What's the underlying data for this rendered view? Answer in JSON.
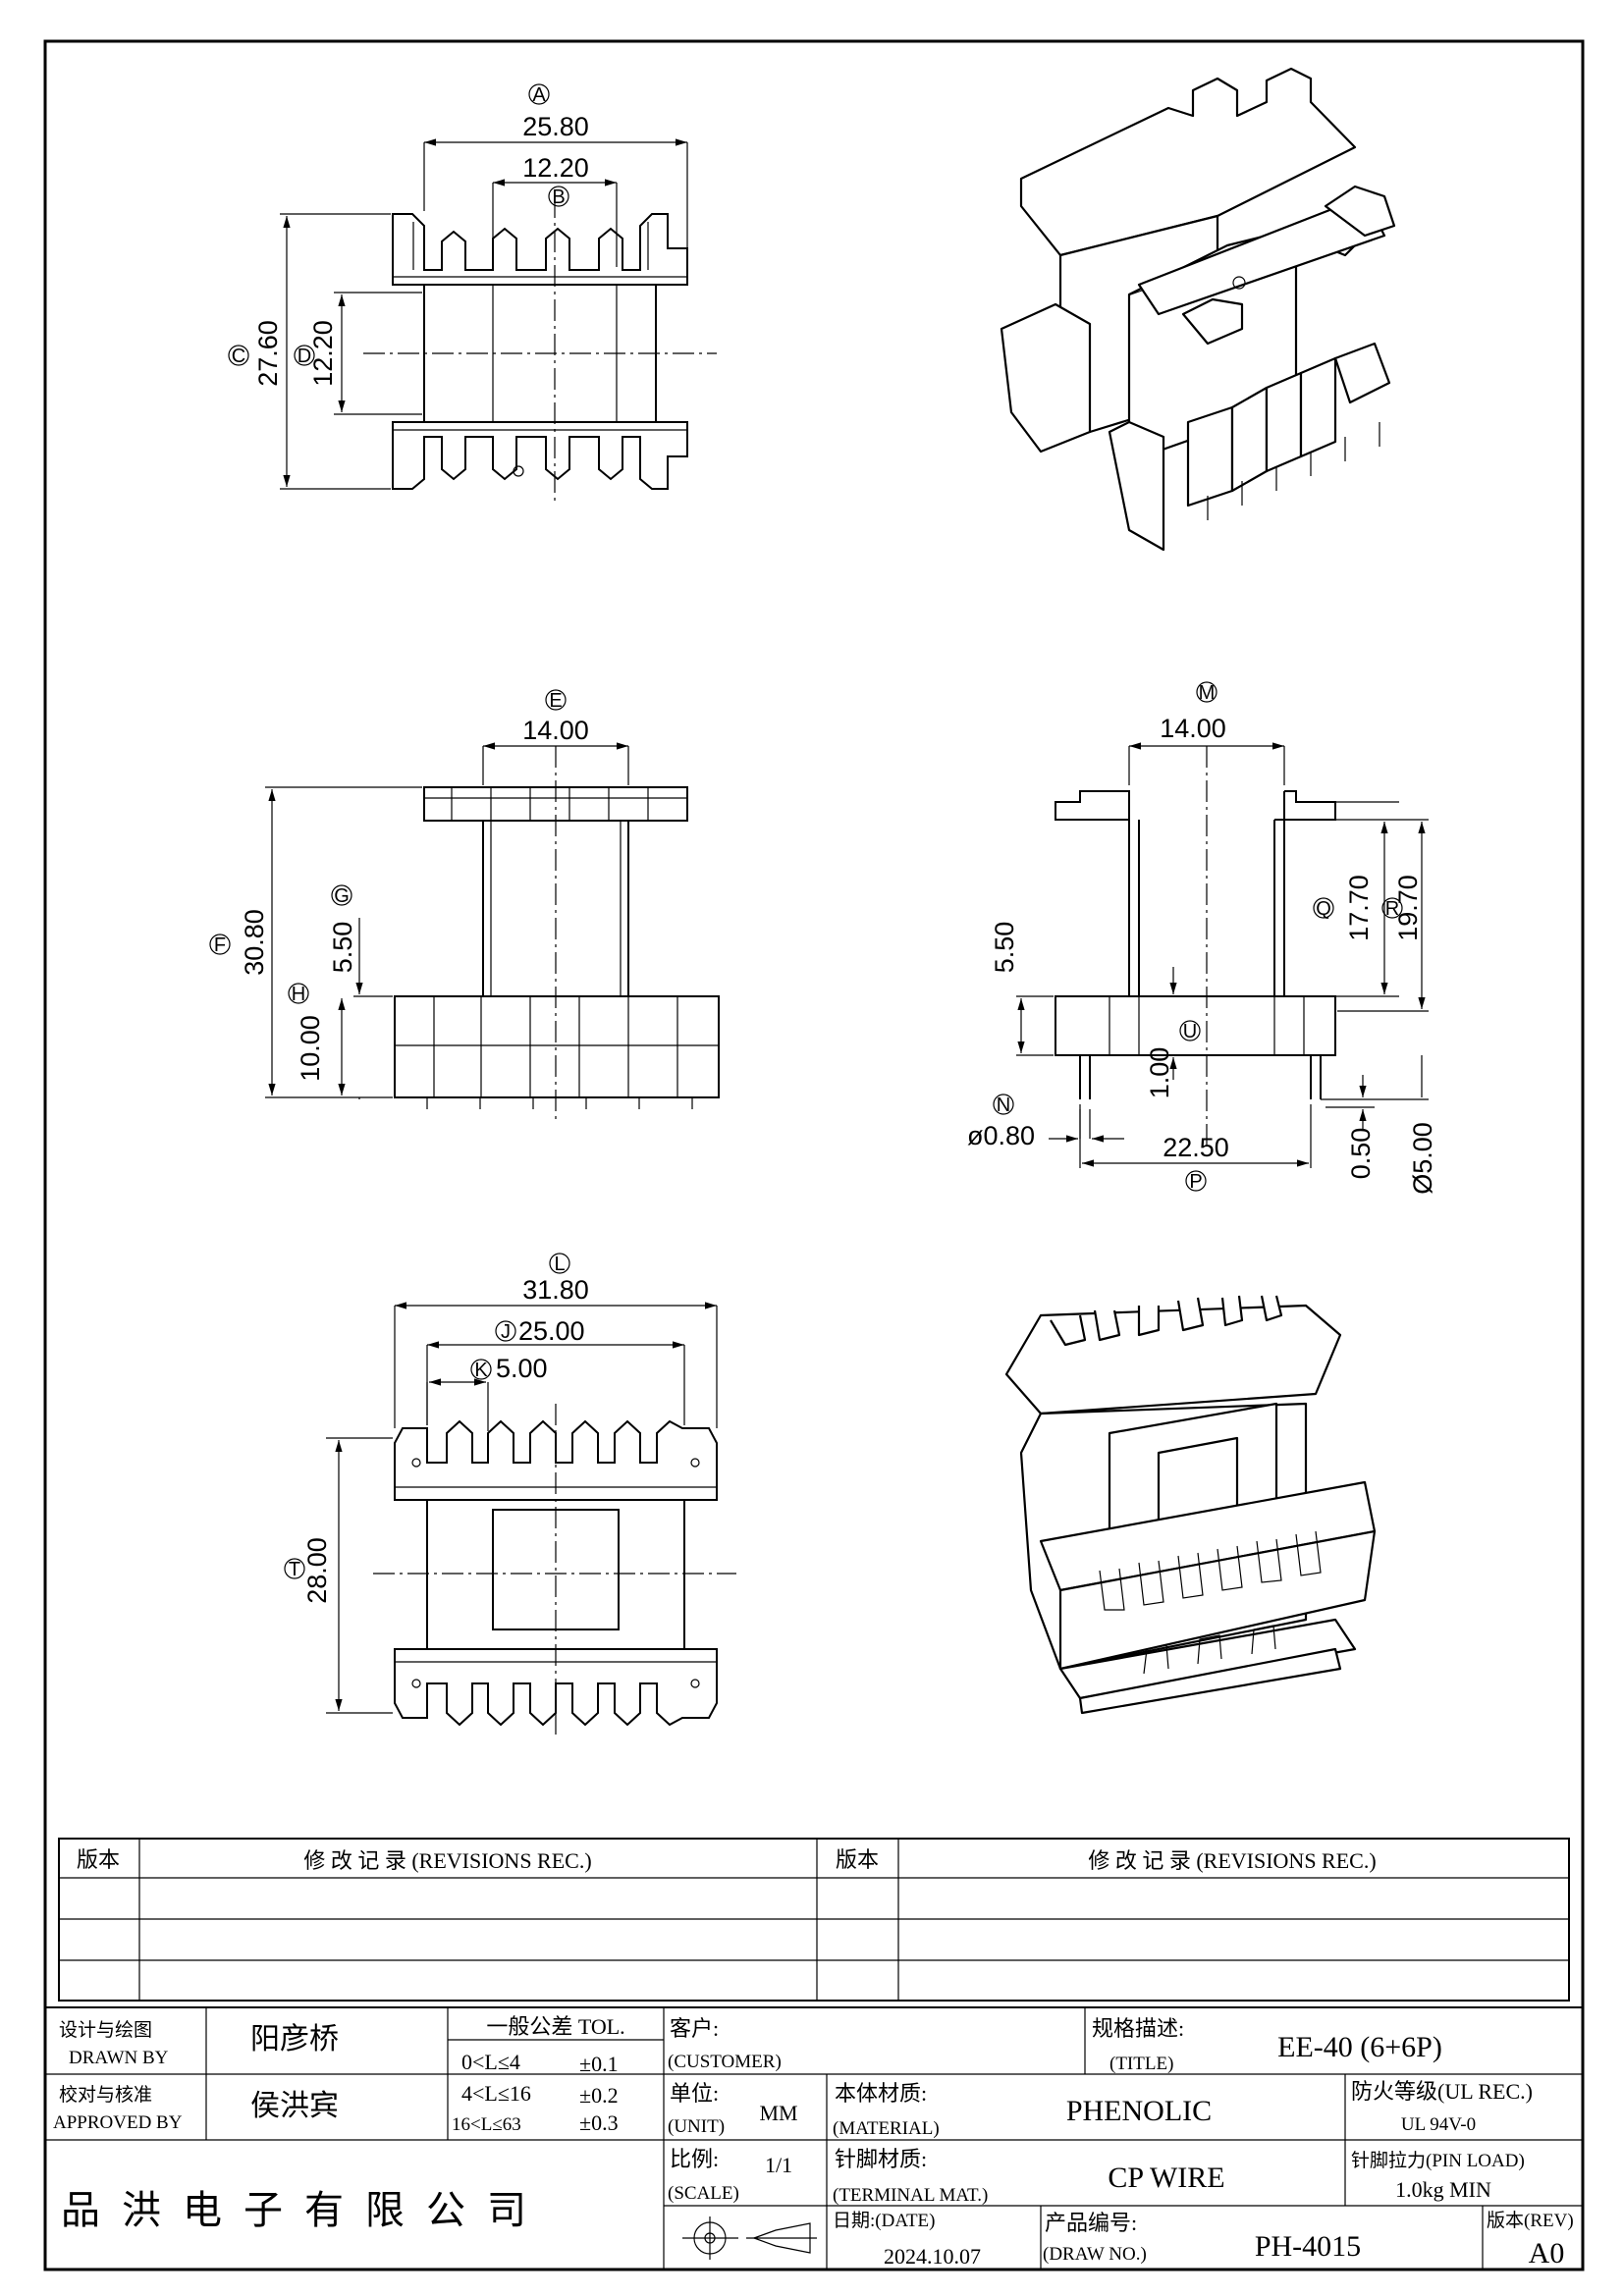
{
  "dimensions": {
    "A": {
      "tag": "A",
      "value": "25.80"
    },
    "B": {
      "tag": "B",
      "value": "12.20"
    },
    "C": {
      "tag": "C",
      "value": "27.60"
    },
    "D": {
      "tag": "D",
      "value": "12.20"
    },
    "E": {
      "tag": "E",
      "value": "14.00"
    },
    "F": {
      "tag": "F",
      "value": "30.80"
    },
    "G": {
      "tag": "G",
      "value": "5.50"
    },
    "H": {
      "tag": "H",
      "value": "10.00"
    },
    "M": {
      "tag": "M",
      "value": "14.00"
    },
    "Q": {
      "tag": "Q",
      "value": "17.70"
    },
    "R": {
      "tag": "R",
      "value": "19.70"
    },
    "S": {
      "value": "5.50"
    },
    "U": {
      "tag": "U",
      "value": "1.00"
    },
    "N": {
      "tag": "N",
      "value": "ø0.80"
    },
    "P": {
      "tag": "P",
      "value": "22.50"
    },
    "V": {
      "value": "0.50"
    },
    "W": {
      "value": "Ø5.00"
    },
    "L": {
      "tag": "L",
      "value": "31.80"
    },
    "J": {
      "tag": "J",
      "value": "25.00"
    },
    "K": {
      "tag": "K",
      "value": "5.00"
    },
    "T": {
      "tag": "T",
      "value": "28.00"
    }
  },
  "revisions": {
    "left_header_rev": "版本",
    "left_header_rec": "修 改 记 录  (REVISIONS REC.)",
    "right_header_rev": "版本",
    "right_header_rec": "修 改 记 录  (REVISIONS REC.)"
  },
  "title_block": {
    "drawn_by_label_cn": "设计与绘图",
    "drawn_by_label_en": "DRAWN  BY",
    "drawn_by_name": "阳彦桥",
    "approved_label_cn": "校对与核准",
    "approved_label_en": "APPROVED BY",
    "approved_name": "侯洪宾",
    "tol_header": "一般公差 TOL.",
    "tol_rows": [
      {
        "range": "0<L≤4",
        "value": "±0.1"
      },
      {
        "range": "4<L≤16",
        "value": "±0.2"
      },
      {
        "range": "16<L≤63",
        "value": "±0.3"
      }
    ],
    "customer_label_cn": "客户:",
    "customer_label_en": "(CUSTOMER)",
    "title_label_cn": "规格描述:",
    "title_label_en": "(TITLE)",
    "title_value": "EE-40 (6+6P)",
    "unit_label_cn": "单位:",
    "unit_label_en": "(UNIT)",
    "unit_value": "MM",
    "material_label_cn": "本体材质:",
    "material_label_en": "(MATERIAL)",
    "material_value": "PHENOLIC",
    "ul_label": "防火等级(UL REC.)",
    "ul_value": "UL 94V-0",
    "scale_label_cn": "比例:",
    "scale_label_en": "(SCALE)",
    "scale_value": "1/1",
    "terminal_label_cn": "针脚材质:",
    "terminal_label_en": "(TERMINAL MAT.)",
    "terminal_value": "CP WIRE",
    "pinload_label": "针脚拉力(PIN LOAD)",
    "pinload_value": "1.0kg MIN",
    "company": "品洪电子有限公司",
    "date_label": "日期:(DATE)",
    "date_value": "2024.10.07",
    "drawno_label_cn": "产品编号:",
    "drawno_label_en": "(DRAW NO.)",
    "drawno_value": "PH-4015",
    "rev_label": "版本(REV)",
    "rev_value": "A0"
  }
}
